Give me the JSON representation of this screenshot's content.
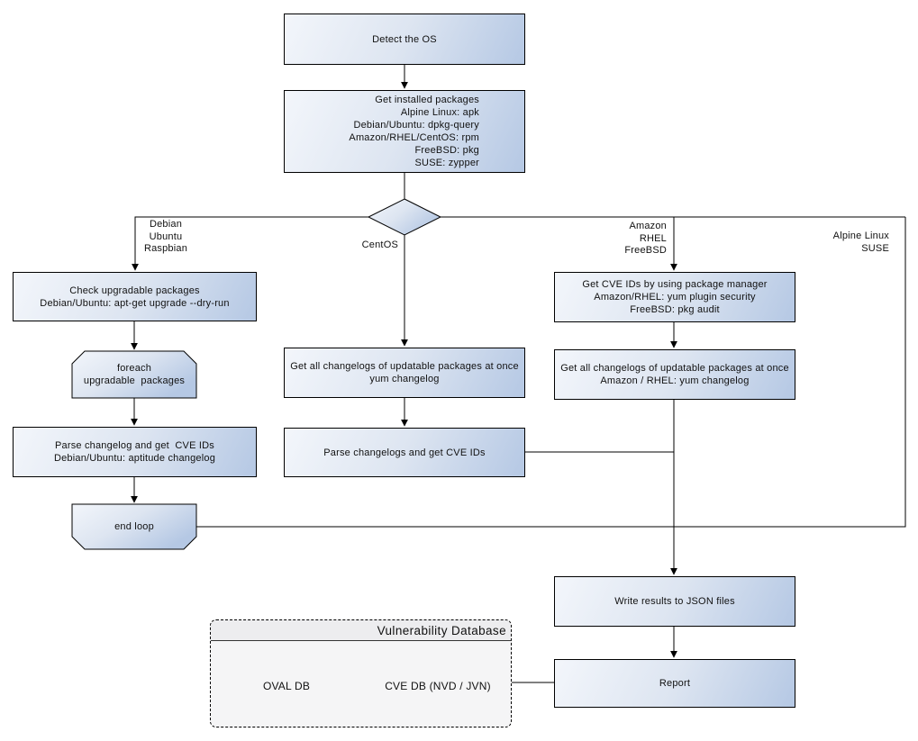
{
  "colors": {
    "node_border": "#000000",
    "node_gradient_start": "#f3f6fb",
    "node_gradient_end": "#b5c8e4",
    "group_fill": "#f5f5f6",
    "background": "#ffffff"
  },
  "nodes": {
    "detect_os": {
      "lines": [
        "Detect the OS"
      ]
    },
    "get_installed_packages": {
      "lines": [
        "Get installed packages",
        "Alpine Linux: apk",
        "Debian/Ubuntu: dpkg-query",
        "Amazon/RHEL/CentOS: rpm",
        "FreeBSD: pkg",
        "SUSE: zypper"
      ]
    },
    "check_upgradable": {
      "lines": [
        "Check upgradable packages",
        "Debian/Ubuntu: apt-get upgrade --dry-run"
      ]
    },
    "foreach_loop_start": {
      "lines": [
        "foreach",
        "upgradable  packages"
      ]
    },
    "parse_changelog_debian": {
      "lines": [
        "Parse changelog and get  CVE IDs",
        "Debian/Ubuntu: aptitude changelog"
      ]
    },
    "end_loop": {
      "lines": [
        "end loop"
      ]
    },
    "get_changelogs_centos": {
      "lines": [
        "Get all changelogs of updatable packages at once",
        "yum changelog"
      ]
    },
    "parse_changelogs_centos": {
      "lines": [
        "Parse changelogs and get CVE IDs"
      ]
    },
    "get_cve_ids_package_manager": {
      "lines": [
        "Get CVE IDs by using package manager",
        "Amazon/RHEL: yum plugin security",
        "FreeBSD: pkg audit"
      ]
    },
    "get_changelogs_amazon_rhel": {
      "lines": [
        "Get all changelogs of updatable packages at once",
        "Amazon / RHEL: yum changelog"
      ]
    },
    "write_results_json": {
      "lines": [
        "Write results to JSON files"
      ]
    },
    "report": {
      "lines": [
        "Report"
      ]
    }
  },
  "edge_labels": {
    "debian_branch": [
      "Debian",
      "Ubuntu",
      "Raspbian"
    ],
    "centos_branch": [
      "CentOS"
    ],
    "amazon_branch": [
      "Amazon",
      "RHEL",
      "FreeBSD"
    ],
    "alpine_branch": [
      "Alpine Linux",
      "SUSE"
    ]
  },
  "database_group": {
    "title": "Vulnerability Database",
    "oval_db_label": "OVAL DB",
    "cve_db_label": "CVE DB (NVD / JVN)"
  }
}
